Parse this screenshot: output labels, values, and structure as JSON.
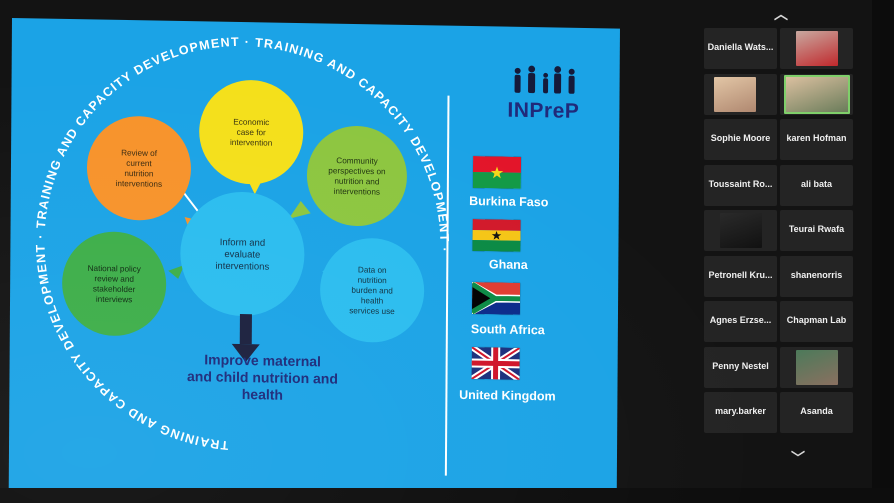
{
  "slide": {
    "ring_text": "TRAINING AND CAPACITY DEVELOPMENT · TRAINING AND CAPACITY DEVELOPMENT · TRAINING AND CAPACITY DEVELOPMENT · ",
    "logo_text": "INPreP",
    "center_circle": "Inform and evaluate interventions",
    "circles": {
      "economic": "Economic case for intervention",
      "review": "Review of current nutrition interventions",
      "community": "Community perspectives on nutrition and interventions",
      "national": "National policy review and stakeholder interviews",
      "data": "Data on nutrition burden and health services use"
    },
    "goal_text_line1": "Improve maternal",
    "goal_text_line2": "and child nutrition and",
    "goal_text_line3": "health",
    "countries": [
      "Burkina Faso",
      "Ghana",
      "South Africa",
      "United Kingdom"
    ],
    "colors": {
      "background": "#1ba3e6",
      "yellow": "#f4e01b",
      "orange": "#f7932b",
      "green": "#8dc640",
      "dark_green": "#3dae49",
      "light_blue": "#2bbdef",
      "navy": "#202a7a"
    }
  },
  "participants": [
    {
      "name": "Daniella Wats..."
    },
    {
      "name": ""
    },
    {
      "name": ""
    },
    {
      "name": ""
    },
    {
      "name": "Sophie Moore"
    },
    {
      "name": "karen Hofman"
    },
    {
      "name": "Toussaint Ro..."
    },
    {
      "name": "ali bata"
    },
    {
      "name": ""
    },
    {
      "name": "Teurai Rwafa"
    },
    {
      "name": "Petronell Kru..."
    },
    {
      "name": "shanenorris"
    },
    {
      "name": "Agnes Erzse..."
    },
    {
      "name": "Chapman Lab"
    },
    {
      "name": "Penny Nestel"
    },
    {
      "name": ""
    },
    {
      "name": "mary.barker"
    },
    {
      "name": "Asanda"
    }
  ],
  "icons": {
    "up": "chevron-up-icon",
    "down": "chevron-down-icon"
  }
}
